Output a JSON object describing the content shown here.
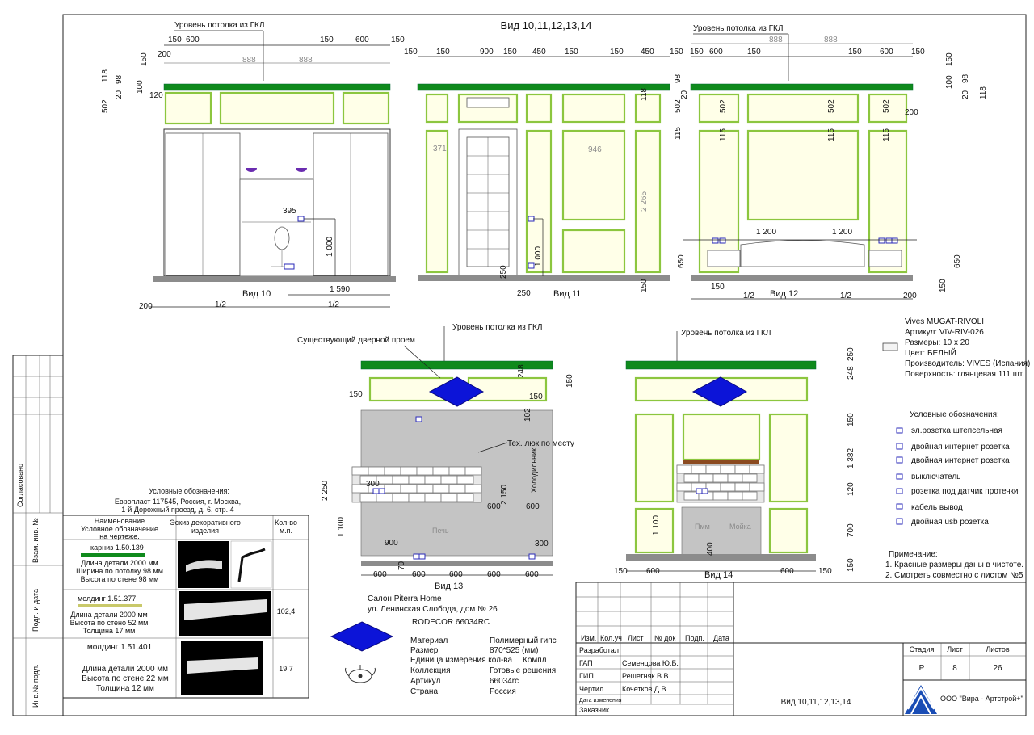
{
  "header": {
    "title": "Вид 10,11,12,13,14"
  },
  "labels": {
    "ceiling_gkl": "Уровень потолка из ГКЛ",
    "existing_door": "Существующий дверной проем",
    "tech_hatch": "Тех. люк по месту",
    "fridge": "Холодильник",
    "oven": "Печь",
    "dishwasher": "Пмм",
    "sink": "Мойка",
    "half": "1/2"
  },
  "views": {
    "v10": "Вид 10",
    "v11": "Вид 11",
    "v12": "Вид 12",
    "v13": "Вид 13",
    "v14": "Вид 14"
  },
  "dims": {
    "d150": "150",
    "d600": "600",
    "d888": "888",
    "d200": "200",
    "d118": "118",
    "d98": "98",
    "d100": "100",
    "d20": "20",
    "d120": "120",
    "d502": "502",
    "d395": "395",
    "d1000": "1 000",
    "d1590": "1 590",
    "d900": "900",
    "d450": "450",
    "d371": "371",
    "d946": "946",
    "d2265": "2 265",
    "d115": "115",
    "d250": "250",
    "d1200": "1 200",
    "d650": "650",
    "d248": "248",
    "d102": "102",
    "d2250": "2 250",
    "d1100": "1 100",
    "d300": "300",
    "d2150": "2 150",
    "d70": "70",
    "d1382": "1 382",
    "d700": "700",
    "d400": "400"
  },
  "vives": {
    "line1": "Vives MUGAT-RIVOLI",
    "line2": "Артикул: VIV-RIV-026",
    "line3": "Размеры: 10 х 20",
    "line4": "Цвет: БЕЛЫЙ",
    "line5": "Производитель: VIVES (Испания)",
    "line6": "Поверхность: глянцевая 111 шт."
  },
  "legend": {
    "title": "Условные обозначения:",
    "items": [
      "эл.розетка штепсельная",
      "двойная интернет розетка",
      "двойная интернет розетка",
      "выключатель",
      "розетка под датчик протечки",
      "кабель вывод",
      "двойная usb розетка"
    ]
  },
  "notes": {
    "title": "Примечание:",
    "n1": "1. Красные размеры даны в чистоте.",
    "n2": "2. Смотреть совместно с листом №5"
  },
  "europlast": {
    "title": "Условные обозначения:",
    "addr1": "Европласт 117545, Россия, г. Москва,",
    "addr2": "1-й Дорожный проезд, д. 6, стр. 4",
    "col1a": "Наименование",
    "col1b": "Условное обозначение",
    "col1c": "на чертеже.",
    "col2a": "Эскиз декоративного",
    "col2b": "изделия",
    "col3a": "Кол-во",
    "col3b": "м.п.",
    "rows": [
      {
        "name": "карниз 1.50.139",
        "l1": "Длина детали 2000 мм",
        "l2": "Ширина по потолку 98 мм",
        "l3": "Высота по стене 98 мм",
        "qty": ""
      },
      {
        "name": "молдинг 1.51.377",
        "l1": "Длина детали 2000 мм",
        "l2": "Высота по стено 52 мм",
        "l3": "Толщина 17 мм",
        "qty": "102,4"
      },
      {
        "name": "молдинг 1.51.401",
        "l1": "Длина детали 2000 мм",
        "l2": "Высота по стене 22 мм",
        "l3": "Толщина 12 мм",
        "qty": "19,7"
      }
    ]
  },
  "side_stamps": {
    "s1": "Согласовано",
    "s2": "Взам. инв. №",
    "s3": "Подп. и дата",
    "s4": "Инв.№ подл."
  },
  "rodecor": {
    "salon1": "Салон Piterra Home",
    "salon2": "ул. Ленинская Слобода, дом № 26",
    "code": "RODECOR 66034RC",
    "props": [
      {
        "k": "Материал",
        "v": "Полимерный гипс"
      },
      {
        "k": "Размер",
        "v": "870*525 (мм)"
      },
      {
        "k": "Единица измерения кол-ва",
        "v": "Компл"
      },
      {
        "k": "Коллекция",
        "v": "Готовые решения"
      },
      {
        "k": "Артикул",
        "v": "66034rc"
      },
      {
        "k": "Страна",
        "v": "Россия"
      }
    ]
  },
  "titleblock": {
    "h_izm": "Изм.",
    "h_koluch": "Кол.уч",
    "h_list": "Лист",
    "h_ndok": "№ док",
    "h_podp": "Подп.",
    "h_data": "Дата",
    "r1": "Разработал",
    "r2": "ГАП",
    "r2n": "Семенцова Ю.Б.",
    "r3": "ГИП",
    "r3n": "Решетняк В.В.",
    "r4": "Чертил",
    "r4n": "Кочетков Д.В.",
    "r5": "Дата изменения",
    "r6": "Заказчик",
    "sheet_name": "Вид 10,11,12,13,14",
    "stage_h": "Стадия",
    "list_h": "Лист",
    "lists_h": "Листов",
    "stage": "Р",
    "list": "8",
    "lists": "26",
    "company": "ООО \"Вира - Артстрой+\""
  }
}
